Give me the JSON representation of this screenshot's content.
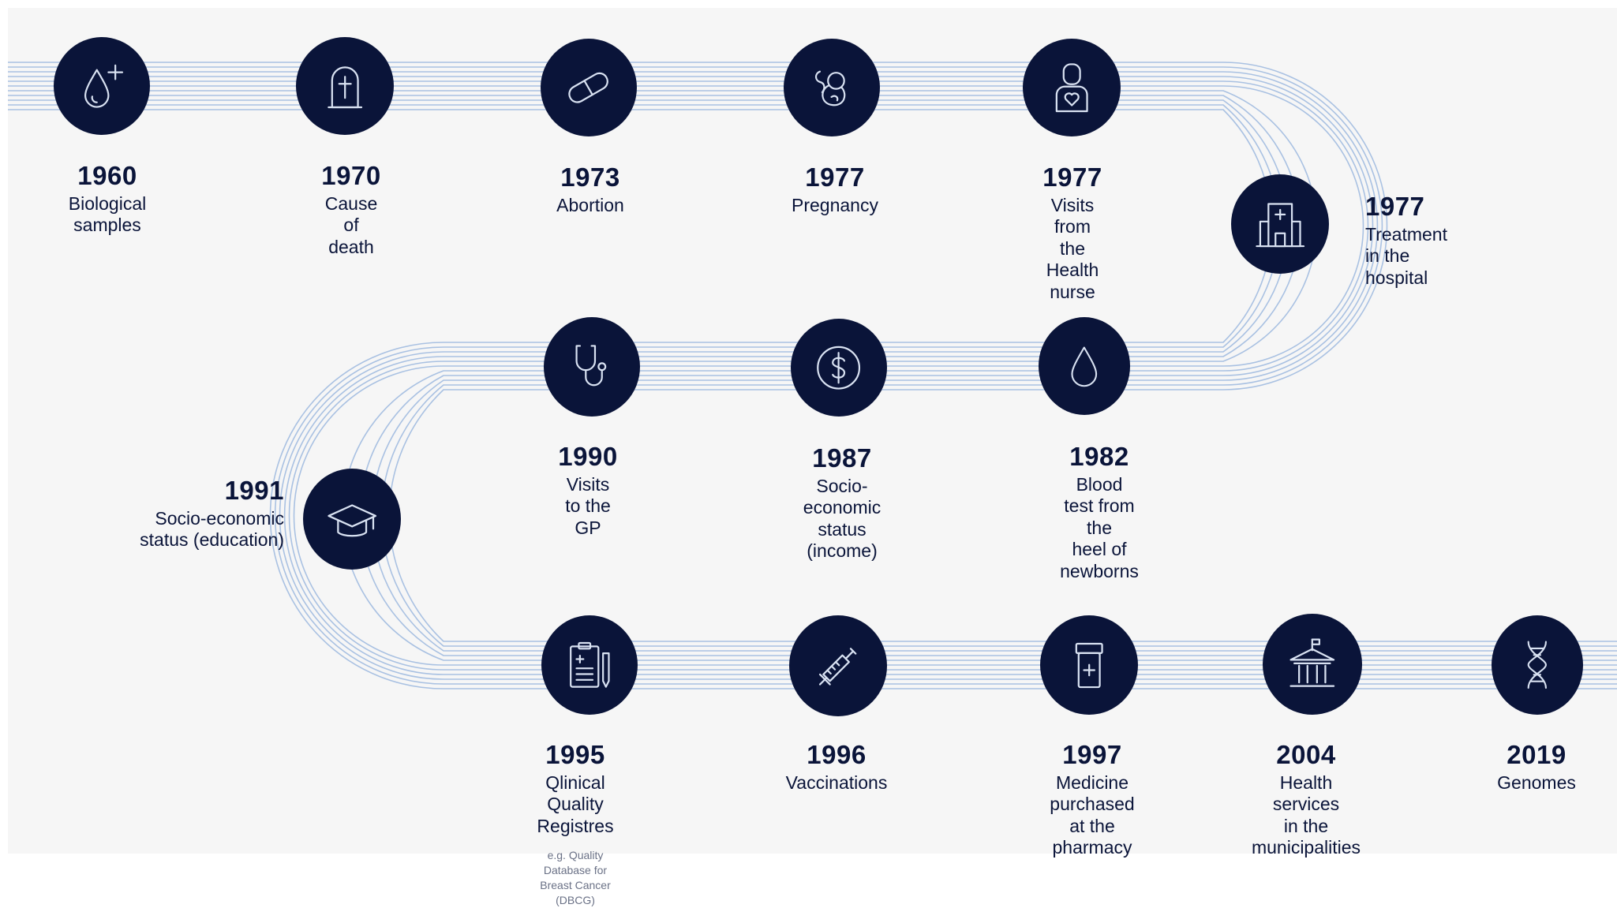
{
  "colors": {
    "node": "#0a1439",
    "icon": "#d9e2f2",
    "road_line": "#a9c1e2",
    "text": "#0a1439",
    "note": "#6a7186",
    "background": "#f6f6f6"
  },
  "milestones": [
    {
      "id": "m1960",
      "year": "1960",
      "label": "Biological\nsamples",
      "icon": "blood-drop-plus-icon"
    },
    {
      "id": "m1970",
      "year": "1970",
      "label": "Cause of death",
      "icon": "gravestone-icon"
    },
    {
      "id": "m1973",
      "year": "1973",
      "label": "Abortion",
      "icon": "pill-capsule-icon"
    },
    {
      "id": "m1977a",
      "year": "1977",
      "label": "Pregnancy",
      "icon": "fetus-icon"
    },
    {
      "id": "m1977b",
      "year": "1977",
      "label": "Visits from the\nHealth nurse",
      "icon": "nurse-heart-icon"
    },
    {
      "id": "m1977c",
      "year": "1977",
      "label": "Treatment\nin the hospital",
      "icon": "hospital-icon"
    },
    {
      "id": "m1982",
      "year": "1982",
      "label": "Blood test from the\nheel of newborns",
      "icon": "blood-drop-icon"
    },
    {
      "id": "m1987",
      "year": "1987",
      "label": "Socio-economic\nstatus (income)",
      "icon": "dollar-coin-icon"
    },
    {
      "id": "m1990",
      "year": "1990",
      "label": "Visits to the GP",
      "icon": "stethoscope-icon"
    },
    {
      "id": "m1991",
      "year": "1991",
      "label": "Socio-economic\nstatus (education)",
      "icon": "graduation-cap-icon"
    },
    {
      "id": "m1995",
      "year": "1995",
      "label": "Qlinical Quality Registres",
      "note": "e.g. Quality Database for\nBreast Cancer (DBCG)",
      "icon": "clipboard-pen-icon"
    },
    {
      "id": "m1996",
      "year": "1996",
      "label": "Vaccinations",
      "icon": "syringe-icon"
    },
    {
      "id": "m1997",
      "year": "1997",
      "label": "Medicine purchased\nat the pharmacy",
      "icon": "medicine-jar-icon"
    },
    {
      "id": "m2004",
      "year": "2004",
      "label": "Health services\nin the municipalities",
      "icon": "town-hall-icon"
    },
    {
      "id": "m2019",
      "year": "2019",
      "label": "Genomes",
      "icon": "dna-icon"
    }
  ]
}
